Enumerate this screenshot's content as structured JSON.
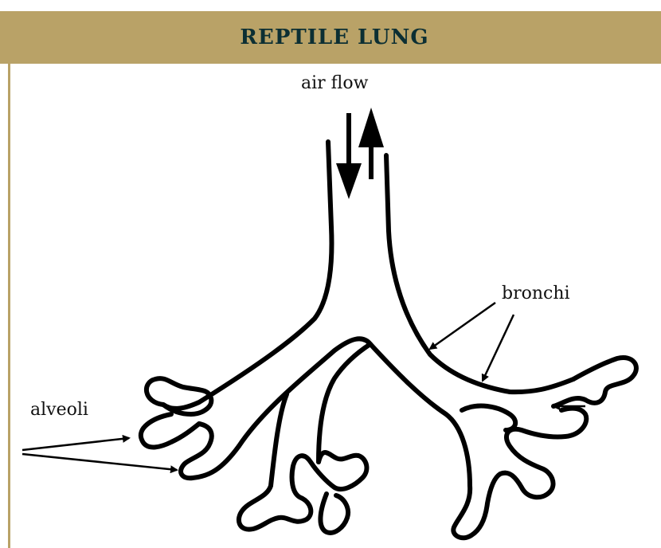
{
  "header": {
    "title": "REPTILE LUNG"
  },
  "labels": {
    "air_flow": "air flow",
    "bronchi": "bronchi",
    "alveoli": "alveoli"
  },
  "colors": {
    "title_bar": "#b9a267",
    "title_text": "#0c2f33",
    "ink": "#000000"
  }
}
